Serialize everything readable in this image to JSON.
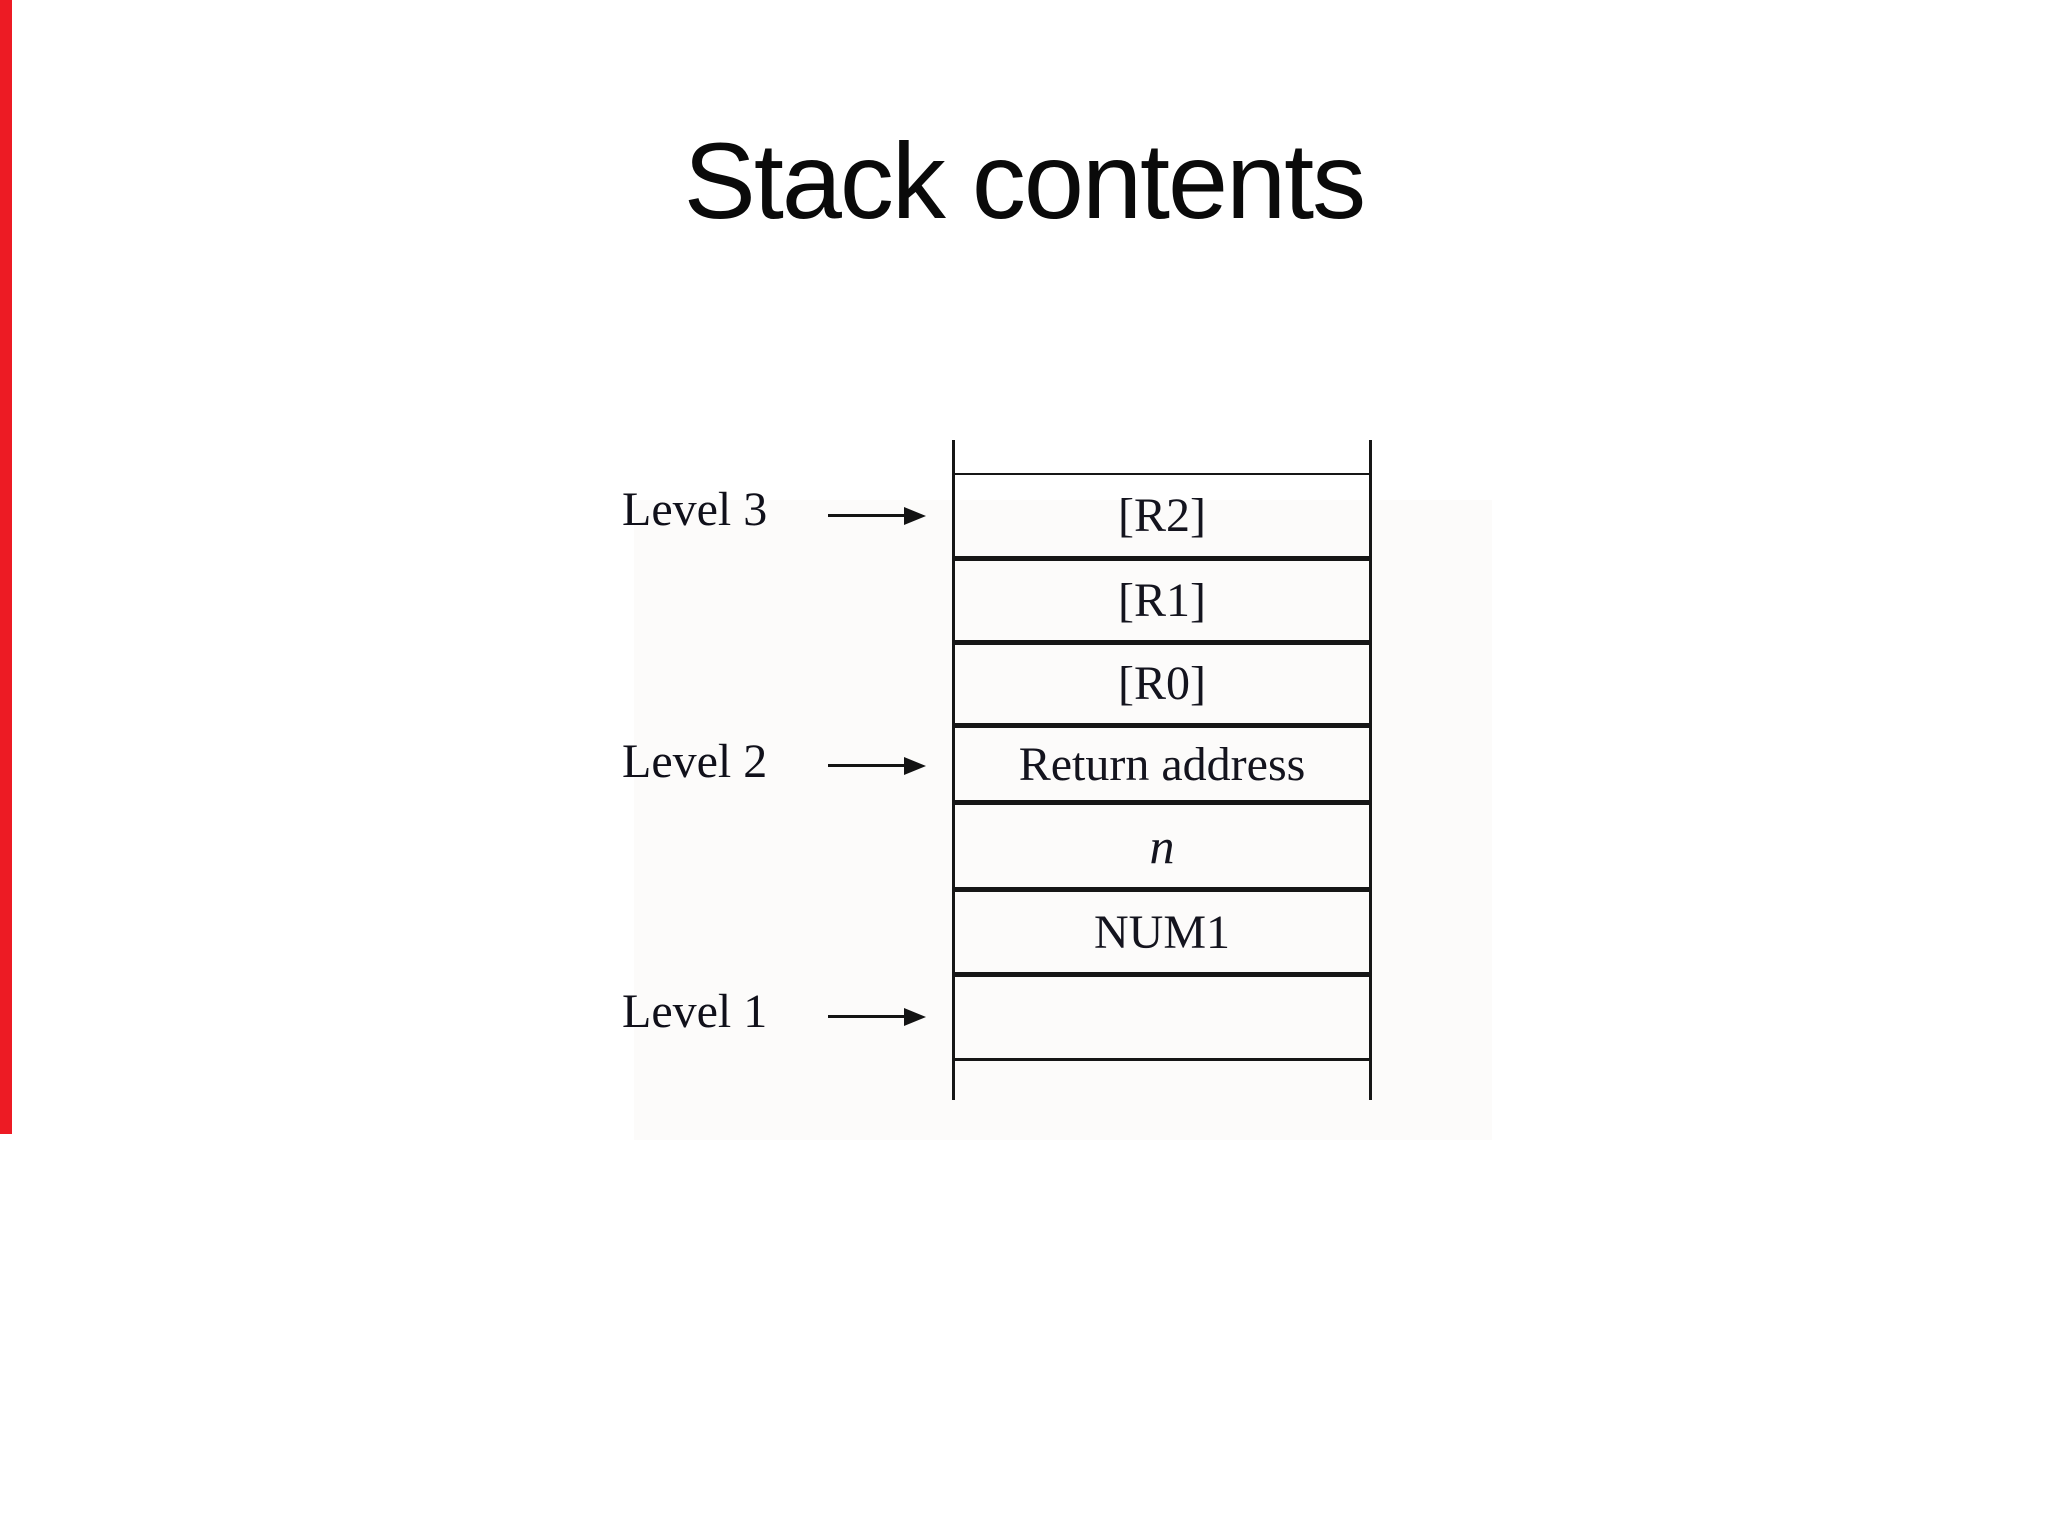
{
  "slide": {
    "title": "Stack contents"
  },
  "figure": {
    "stack_rows": [
      "[R2]",
      "[R1]",
      "[R0]",
      "Return address",
      "n",
      "NUM1",
      ""
    ],
    "level_pointers": [
      {
        "label": "Level 3",
        "points_to_row": 1
      },
      {
        "label": "Level 2",
        "points_to_row": 4
      },
      {
        "label": "Level 1",
        "points_to_row": 7
      }
    ],
    "colors": {
      "line": "#161616",
      "text": "#14141e",
      "left_edge_strip": "#ed1b24",
      "background": "#ffffff"
    }
  }
}
